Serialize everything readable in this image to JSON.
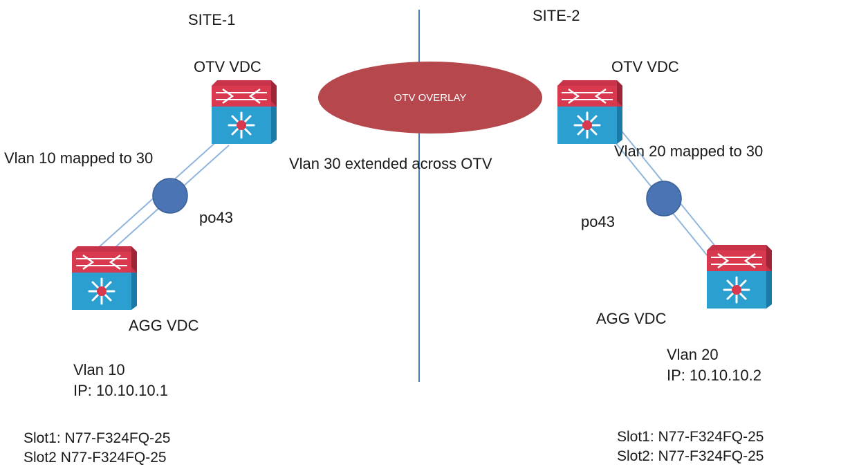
{
  "site1": {
    "title": "SITE-1",
    "otv_label": "OTV VDC",
    "agg_label": "AGG VDC",
    "mapping": "Vlan 10 mapped to 30",
    "portchannel": "po43",
    "vlan": "Vlan 10",
    "ip": "IP: 10.10.10.1",
    "slot1": "Slot1: N77-F324FQ-25",
    "slot2": "Slot2 N77-F324FQ-25"
  },
  "site2": {
    "title": "SITE-2",
    "otv_label": "OTV VDC",
    "agg_label": "AGG VDC",
    "mapping": "Vlan 20 mapped to 30",
    "portchannel": "po43",
    "vlan": "Vlan 20",
    "ip": "IP: 10.10.10.2",
    "slot1": "Slot1: N77-F324FQ-25",
    "slot2": "Slot2: N77-F324FQ-25"
  },
  "overlay": {
    "label": "OTV OVERLAY",
    "extended": "Vlan 30 extended across OTV"
  },
  "colors": {
    "switch_top": "#c8334a",
    "switch_bottom": "#2a9fd0",
    "overlay": "#b5474d",
    "portchannel": "#4a74b4",
    "divider": "#4a7bbf",
    "link": "#8fb5dd"
  }
}
